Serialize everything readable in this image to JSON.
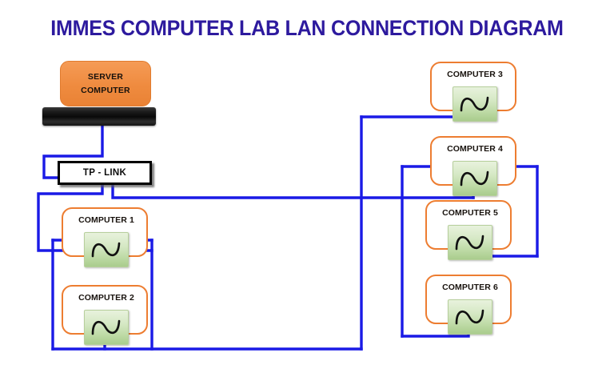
{
  "title": "IMMES COMPUTER LAB LAN CONNECTION DIAGRAM",
  "colors": {
    "title_text": "#2d1a9e",
    "node_border": "#ed7d31",
    "server_fill": "#ef8b3f",
    "screen_fill": "#bcd9a3",
    "cable": "#1a1ae6",
    "router_border": "#000000",
    "base_fill": "#111111"
  },
  "nodes": {
    "server": {
      "line1": "SERVER",
      "line2": "COMPUTER"
    },
    "router": {
      "label": "TP - LINK"
    },
    "computers": [
      {
        "label": "COMPUTER 1",
        "icon": "wave-icon"
      },
      {
        "label": "COMPUTER 2",
        "icon": "wave-icon"
      },
      {
        "label": "COMPUTER 3",
        "icon": "wave-icon"
      },
      {
        "label": "COMPUTER 4",
        "icon": "wave-icon"
      },
      {
        "label": "COMPUTER 5",
        "icon": "wave-icon"
      },
      {
        "label": "COMPUTER 6",
        "icon": "wave-icon"
      }
    ]
  },
  "connections": [
    {
      "from": "server",
      "to": "router"
    },
    {
      "from": "router",
      "to": "computer-1"
    },
    {
      "from": "router",
      "to": "computer-2"
    },
    {
      "from": "router",
      "to": "computer-3"
    },
    {
      "from": "router",
      "to": "computer-4"
    },
    {
      "from": "router",
      "to": "computer-5"
    },
    {
      "from": "router",
      "to": "computer-6"
    }
  ]
}
